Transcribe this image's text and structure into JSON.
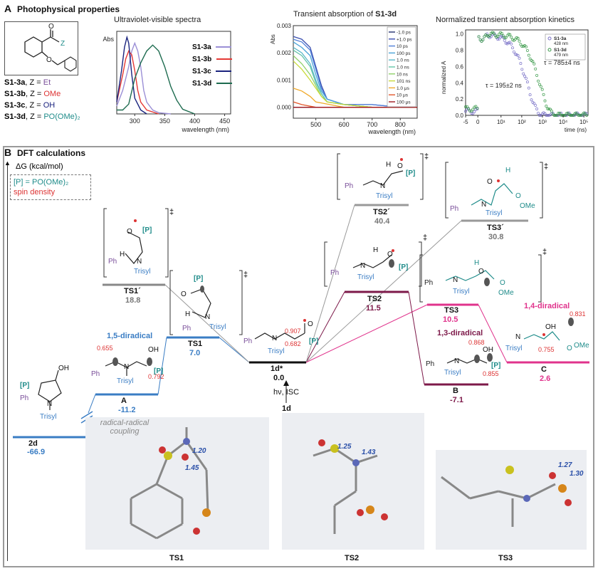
{
  "sectionA": {
    "letter": "A",
    "title": "Photophysical properties",
    "compounds": [
      {
        "id": "S1-3a",
        "z": "Z = Et",
        "zval": "Et"
      },
      {
        "id": "S1-3b",
        "z": "Z = OMe",
        "zval": "OMe"
      },
      {
        "id": "S1-3c",
        "z": "Z = OH",
        "zval": "OH"
      },
      {
        "id": "S1-3d",
        "z": "Z = PO(OMe)2",
        "zval": "PO(OMe)₂"
      }
    ],
    "struct_labels": {
      "o": "O",
      "z": "Z",
      "o2": "O"
    }
  },
  "chart_data": [
    {
      "type": "line",
      "title": "Ultraviolet-visible spectra",
      "xlabel": "wavelength (nm)",
      "ylabel": "Abs",
      "xlim": [
        270,
        460
      ],
      "xticks": [
        300,
        350,
        400,
        450
      ],
      "series": [
        {
          "name": "S1-3a",
          "color": "#9b8fd6",
          "x": [
            270,
            280,
            290,
            295,
            300,
            305,
            310,
            315,
            320,
            330,
            340,
            360
          ],
          "y": [
            0.2,
            0.6,
            1.2,
            1.6,
            1.8,
            1.6,
            1.2,
            0.6,
            0.3,
            0.1,
            0.03,
            0
          ]
        },
        {
          "name": "S1-3b",
          "color": "#e53935",
          "x": [
            270,
            280,
            285,
            290,
            295,
            300,
            305,
            310,
            320,
            340
          ],
          "y": [
            0.3,
            1.0,
            1.4,
            1.6,
            1.5,
            1.1,
            0.6,
            0.3,
            0.1,
            0
          ]
        },
        {
          "name": "S1-3c",
          "color": "#1a237e",
          "x": [
            270,
            278,
            283,
            287,
            290,
            295,
            300,
            310,
            320
          ],
          "y": [
            0.3,
            1.1,
            1.7,
            1.95,
            1.8,
            1.0,
            0.4,
            0.1,
            0
          ]
        },
        {
          "name": "S1-3d",
          "color": "#1d6b4f",
          "x": [
            270,
            280,
            290,
            300,
            310,
            320,
            330,
            340,
            350,
            360,
            370,
            380,
            400
          ],
          "y": [
            0.1,
            0.1,
            0.25,
            0.9,
            1.3,
            1.6,
            1.75,
            1.6,
            1.2,
            0.7,
            0.35,
            0.12,
            0
          ]
        }
      ]
    },
    {
      "type": "line",
      "title": "Transient absorption of S1-3d",
      "xlabel": "wavelength (nm)",
      "ylabel": "Abs",
      "xlim": [
        420,
        860
      ],
      "ylim": [
        -0.0004,
        0.003
      ],
      "xticks": [
        500,
        600,
        700,
        800
      ],
      "yticks": [
        "0.000",
        "0.001",
        "0.002",
        "0.003"
      ],
      "series": [
        {
          "name": "-1.0 ps",
          "color": "#23306e",
          "x": [
            420,
            500,
            600,
            700,
            800,
            860
          ],
          "y": [
            0,
            0,
            0,
            0,
            0,
            0
          ]
        },
        {
          "name": "+1.0 ps",
          "color": "#3b4fb0",
          "x": [
            420,
            450,
            480,
            500,
            520,
            540,
            600,
            700,
            800,
            860
          ],
          "y": [
            0.0026,
            0.0025,
            0.0022,
            0.0015,
            0.0008,
            0.0003,
            0.0001,
            0.0001,
            0,
            0
          ]
        },
        {
          "name": "10 ps",
          "color": "#4f7fd8",
          "x": [
            420,
            450,
            480,
            500,
            520,
            540,
            600,
            700,
            800,
            860
          ],
          "y": [
            0.0025,
            0.0024,
            0.0021,
            0.0014,
            0.0007,
            0.0003,
            0.0001,
            0.0001,
            0,
            0
          ]
        },
        {
          "name": "100 ps",
          "color": "#4aa3d8",
          "x": [
            420,
            450,
            480,
            500,
            520,
            540,
            600,
            700,
            800,
            860
          ],
          "y": [
            0.0024,
            0.0022,
            0.0019,
            0.0012,
            0.0006,
            0.0003,
            0.0001,
            0,
            0,
            0
          ]
        },
        {
          "name": "1.0 ns",
          "color": "#5ab8c8",
          "x": [
            420,
            450,
            480,
            500,
            520,
            540,
            600,
            700,
            800,
            860
          ],
          "y": [
            0.0022,
            0.002,
            0.0016,
            0.001,
            0.0005,
            0.0002,
            0.0001,
            0,
            0,
            0
          ]
        },
        {
          "name": "1.0 ns",
          "color": "#63c4a8",
          "x": [
            420,
            450,
            480,
            500,
            520,
            540,
            600,
            700,
            800,
            860
          ],
          "y": [
            0.0021,
            0.0019,
            0.0015,
            0.0009,
            0.0005,
            0.0002,
            0.0001,
            0,
            0,
            0
          ]
        },
        {
          "name": "10 ns",
          "color": "#8fd16a",
          "x": [
            420,
            450,
            480,
            500,
            520,
            540,
            600,
            700,
            800,
            860
          ],
          "y": [
            0.0019,
            0.0016,
            0.0012,
            0.0008,
            0.0004,
            0.0002,
            0.0001,
            0,
            0,
            0
          ]
        },
        {
          "name": "101 ns",
          "color": "#c8da3a",
          "x": [
            420,
            450,
            480,
            500,
            520,
            540,
            600,
            700,
            800,
            860
          ],
          "y": [
            0.0017,
            0.0014,
            0.001,
            0.0007,
            0.0004,
            0.0002,
            0.0001,
            0,
            0,
            0
          ]
        },
        {
          "name": "1.0 μs",
          "color": "#f0a92a",
          "x": [
            420,
            450,
            480,
            500,
            550,
            600,
            700,
            800,
            860
          ],
          "y": [
            0.0007,
            0.0006,
            0.0004,
            0.0002,
            0.0001,
            0,
            0,
            0,
            0
          ]
        },
        {
          "name": "10 μs",
          "color": "#e2572a",
          "x": [
            420,
            450,
            500,
            600,
            700,
            800,
            860
          ],
          "y": [
            0.0002,
            0.0001,
            0,
            0,
            0,
            0,
            0
          ]
        },
        {
          "name": "100 μs",
          "color": "#a0181f",
          "x": [
            420,
            500,
            600,
            700,
            800,
            860
          ],
          "y": [
            0,
            0,
            0,
            0,
            0,
            0
          ]
        }
      ]
    },
    {
      "type": "scatter",
      "title": "Normalized transient absorption kinetics",
      "xlabel": "time (ns)",
      "ylabel": "normalized A",
      "xscale": "log",
      "ylim": [
        0,
        1.05
      ],
      "xticks": [
        "-5",
        "0",
        "10¹",
        "10²",
        "10³",
        "10⁴",
        "10⁵"
      ],
      "yticks": [
        "0.0",
        "0.2",
        "0.4",
        "0.6",
        "0.8",
        "1.0"
      ],
      "series": [
        {
          "name": "S1-3a",
          "note": "428 nm",
          "color": "#7a72c8",
          "tau_label": "τ = 195±2 ns",
          "tau": 195
        },
        {
          "name": "S1-3d",
          "note": "479 nm",
          "color": "#3a9a4a",
          "tau_label": "τ = 785±4 ns",
          "tau": 785
        }
      ]
    }
  ],
  "sectionB": {
    "letter": "B",
    "title": "DFT calculations",
    "yaxis": "ΔG (kcal/mol)",
    "legend_p": "[P] = PO(OMe)₂",
    "legend_spin": "spin density",
    "ts_mark": "‡",
    "levels": [
      {
        "id": "2d",
        "energy": "-66.9",
        "color": "#3a7dc4"
      },
      {
        "id": "A",
        "energy": "-11.2",
        "color": "#3a7dc4",
        "tag": "1,5-diradical"
      },
      {
        "id": "TS1",
        "energy": "7.0",
        "color": "#3a7dc4"
      },
      {
        "id": "TS1´",
        "energy": "18.8",
        "color": "#888"
      },
      {
        "id": "1d*",
        "energy": "0.0",
        "color": "#111"
      },
      {
        "id": "TS2´",
        "energy": "40.4",
        "color": "#888"
      },
      {
        "id": "TS3´",
        "energy": "30.8",
        "color": "#888"
      },
      {
        "id": "TS2",
        "energy": "11.5",
        "color": "#7d1a4a"
      },
      {
        "id": "TS3",
        "energy": "10.5",
        "color": "#e0338c"
      },
      {
        "id": "B",
        "energy": "-7.1",
        "color": "#7d1a4a",
        "tag": "1,3-diradical"
      },
      {
        "id": "C",
        "energy": "2.6",
        "color": "#e0338c",
        "tag": "1,4-diradical"
      }
    ],
    "hv": "hν, ISC",
    "start": "1d",
    "radical_coupling": "radical-radical coupling",
    "spin": {
      "A1": "0.655",
      "A2": "0.792",
      "d1": "0.907",
      "d2": "0.682",
      "B1": "0.868",
      "B2": "0.855",
      "C1": "0.831",
      "C2": "0.755"
    },
    "struct": {
      "P": "[P]",
      "Trisyl": "Trisyl",
      "Ph": "Ph",
      "N": "N",
      "O": "O",
      "OH": "OH",
      "H": "H",
      "OMe": "OMe"
    },
    "geometry_labels": [
      {
        "ts": "TS1",
        "d1": "1.20",
        "d2": "1.45"
      },
      {
        "ts": "TS2",
        "d1": "1.25",
        "d2": "1.43"
      },
      {
        "ts": "TS3",
        "d1": "1.27",
        "d2": "1.30"
      }
    ]
  }
}
